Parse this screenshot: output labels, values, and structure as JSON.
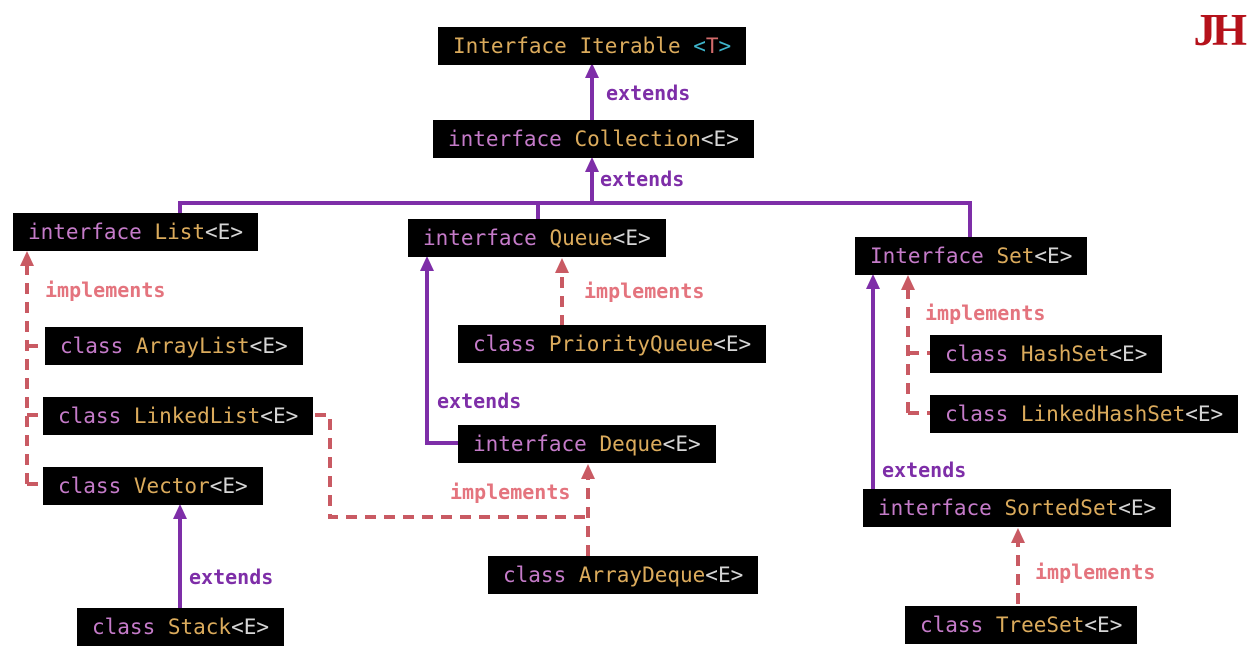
{
  "page": {
    "logo": "JH",
    "background": "#ffffff"
  },
  "colors": {
    "box_bg": "#000000",
    "keyword_purple": "#c57bc9",
    "type_gold": "#dbab5c",
    "generic_gray": "#d6d6d6",
    "bracket_cyan": "#3eb5cb",
    "param_red": "#d36b6b",
    "extends_purple": "#7e2ea8",
    "implements_line": "#c95a63",
    "implements_label": "#e4747e",
    "logo_red": "#b5121b"
  },
  "nodes": {
    "iterable": {
      "keyword": "Interface",
      "name": "Iterable",
      "lt": "<",
      "param": "T",
      "gt": ">"
    },
    "collection": {
      "keyword": "interface",
      "name": "Collection",
      "lt": "<",
      "param": "E",
      "gt": ">"
    },
    "list": {
      "keyword": "interface",
      "name": "List",
      "lt": "<",
      "param": "E",
      "gt": ">"
    },
    "queue": {
      "keyword": "interface",
      "name": "Queue",
      "lt": "<",
      "param": "E",
      "gt": ">"
    },
    "set": {
      "keyword": "Interface",
      "name": "Set",
      "lt": "<",
      "param": "E",
      "gt": ">"
    },
    "arraylist": {
      "keyword": "class",
      "name": "ArrayList",
      "lt": "<",
      "param": "E",
      "gt": ">"
    },
    "linkedlist": {
      "keyword": "class",
      "name": "LinkedList",
      "lt": "<",
      "param": "E",
      "gt": ">"
    },
    "vector": {
      "keyword": "class",
      "name": "Vector",
      "lt": "<",
      "param": "E",
      "gt": ">"
    },
    "stack": {
      "keyword": "class",
      "name": "Stack",
      "lt": "<",
      "param": "E",
      "gt": ">"
    },
    "priorityqueue": {
      "keyword": "class",
      "name": "PriorityQueue",
      "lt": "<",
      "param": "E",
      "gt": ">"
    },
    "deque": {
      "keyword": "interface",
      "name": "Deque",
      "lt": "<",
      "param": "E",
      "gt": ">"
    },
    "arraydeque": {
      "keyword": "class",
      "name": "ArrayDeque",
      "lt": "<",
      "param": "E",
      "gt": ">"
    },
    "hashset": {
      "keyword": "class",
      "name": "HashSet",
      "lt": "<",
      "param": "E",
      "gt": ">"
    },
    "linkedhashset": {
      "keyword": "class",
      "name": "LinkedHashSet",
      "lt": "<",
      "param": "E",
      "gt": ">"
    },
    "sortedset": {
      "keyword": "interface",
      "name": "SortedSet",
      "lt": "<",
      "param": "E",
      "gt": ">"
    },
    "treeset": {
      "keyword": "class",
      "name": "TreeSet",
      "lt": "<",
      "param": "E",
      "gt": ">"
    }
  },
  "edge_labels": {
    "collection_extends_iterable": "extends",
    "branches_extend_collection": "extends",
    "deque_extends_queue": "extends",
    "stack_extends_vector": "extends",
    "sortedset_extends_set": "extends",
    "list_implements": "implements",
    "priorityqueue_implements": "implements",
    "arraydeque_implements": "implements",
    "set_implements": "implements",
    "treeset_implements": "implements"
  }
}
